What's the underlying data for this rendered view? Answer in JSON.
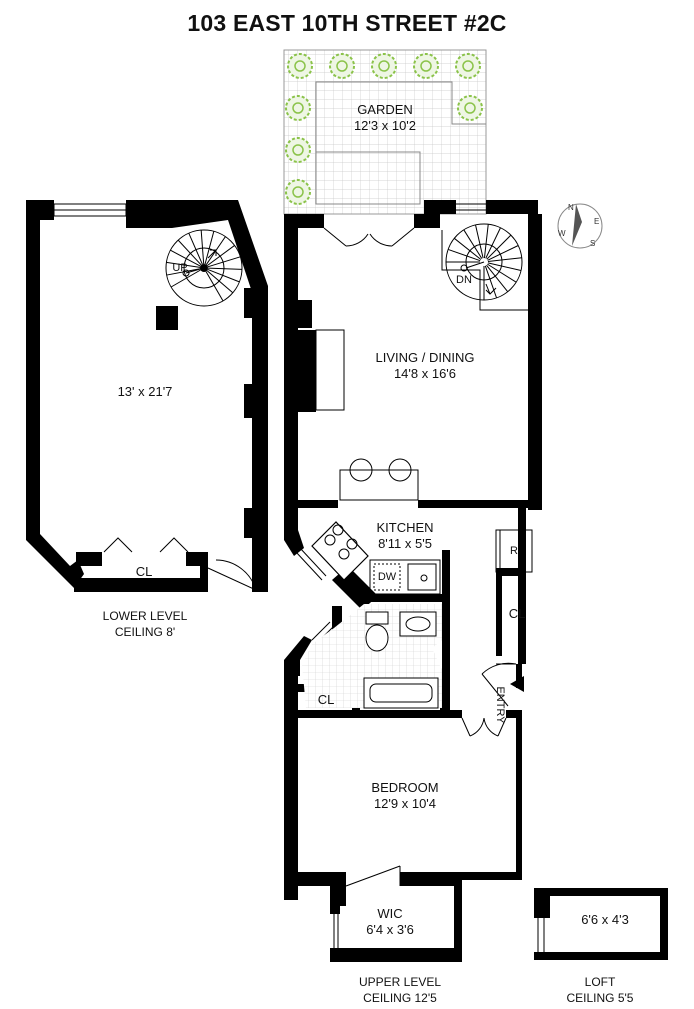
{
  "title": "103 EAST 10TH STREET #2C",
  "rooms": {
    "garden": {
      "name": "GARDEN",
      "size": "12'3 x 10'2"
    },
    "living": {
      "name": "LIVING / DINING",
      "size": "14'8 x 16'6"
    },
    "lower": {
      "size": "13' x 21'7"
    },
    "kitchen": {
      "name": "KITCHEN",
      "size": "8'11 x 5'5"
    },
    "bedroom": {
      "name": "BEDROOM",
      "size": "12'9 x 10'4"
    },
    "wic": {
      "name": "WIC",
      "size": "6'4 x 3'6"
    },
    "loft": {
      "size": "6'6 x 4'3"
    }
  },
  "labels": {
    "cl": "CL",
    "up": "UP",
    "dn": "DN",
    "dw": "DW",
    "r": "R",
    "entry": "ENTRY",
    "compass_n": "N",
    "compass_s": "S",
    "compass_e": "E",
    "compass_w": "W"
  },
  "notes": {
    "lower_level": "LOWER LEVEL",
    "lower_ceiling": "CEILING 8'",
    "upper_level": "UPPER LEVEL",
    "upper_ceiling": "CEILING 12'5",
    "loft": "LOFT",
    "loft_ceiling": "CEILING 5'5"
  },
  "colors": {
    "wall": "#000000",
    "tree": "#8bc34a",
    "floor_line": "#bbbbbb"
  }
}
